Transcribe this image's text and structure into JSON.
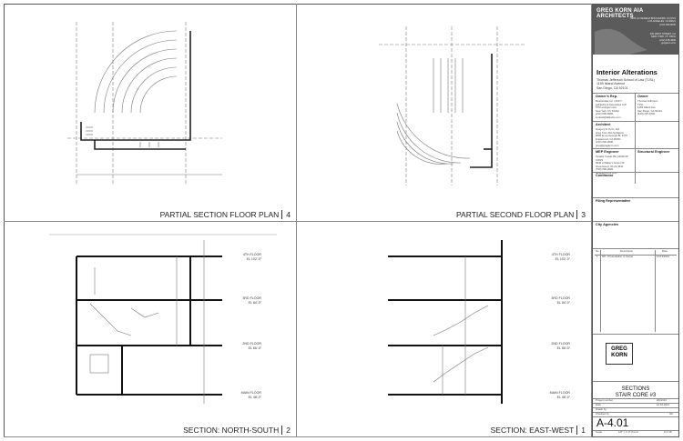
{
  "titleblock": {
    "firm": "GREG KORN AIA ARCHITECTS",
    "firm_addr_lines": [
      "9665 LA CIENEGA BOULEVARD, CA 9721",
      "LOS ANGELES, CA 90021",
      "(213) 000-0000",
      "200 WEST STREET, CA",
      "NEW YORK, NY 10001",
      "(212) 678-4900",
      "gregkorn.com"
    ],
    "project_title": "Interior Alterations",
    "client_lines": [
      "Thomas Jefferson School of Law (TJSL)",
      "1155 Island Avenue",
      "San Diego, CA 92101"
    ],
    "owners_rep_label": "Owner's Rep.",
    "owners_rep_lines": [
      "Real Estate Inc. (2017)",
      "LaFleche & Associates LLP",
      "575 Lexington Ave.",
      "New York, NY 10022",
      "(212) 000-0000",
      "contact@lafleche.com"
    ],
    "owner_label": "Owner",
    "owner_lines": [
      "Thomas Jefferson",
      "TJSL",
      "1155 Island Ave.",
      "San Diego, CA 92101",
      "(619) 297-9700"
    ],
    "architect_label": "Architect",
    "architect_lines": [
      "Gregory H. Korn, AIA",
      "Greg Korn AIA Architects",
      "9665 E La Cienega Bl. 9715",
      "Englewood, CA 90301",
      "(213) 000-0000",
      "greg@gregkorn.com"
    ],
    "mep_label": "MEP Engineer",
    "mep_lines": [
      "Tanaka Yuseki PE (1303)/4P",
      "CONS",
      "8345 A Walter's Green Dr.",
      "Greenwood, VA 22-4611",
      "(703) 000-0000",
      "tanaka@cons.com"
    ],
    "structural_label": "Structural Engineer",
    "contractor_label": "Contractor",
    "filing_label": "Filing Representative",
    "city_label": "City Agencies",
    "rev_headers": [
      "No.",
      "Description",
      "Date"
    ],
    "rev_row": [
      "1",
      "DD - Presentation to Owner",
      "12/14/2012"
    ],
    "korn_logo_lines": [
      "GREG",
      "KORN"
    ],
    "sheet_title_lines": [
      "SECTIONS",
      "STAIR CORE #3"
    ],
    "project_number_label": "Project number",
    "project_number": "2012013",
    "date_label": "Date",
    "date": "12.10.2012",
    "drawn_by_label": "Drawn by",
    "checked_by_label": "Checked by",
    "checked_by": "GK",
    "sheet_number": "A-4.01",
    "scale_label": "Scale",
    "scale": "1/8\" = 1'-0\" Part A",
    "sheet_count": "9 of 18"
  },
  "viewports": [
    {
      "title": "PARTIAL SECTION FLOOR PLAN",
      "number": "4"
    },
    {
      "title": "PARTIAL SECOND FLOOR PLAN",
      "number": "3"
    },
    {
      "title": "SECTION: NORTH-SOUTH",
      "number": "2"
    },
    {
      "title": "SECTION: EAST-WEST",
      "number": "1"
    }
  ],
  "levels": [
    {
      "name": "4TH FLOOR",
      "el": "EL 102'-0\""
    },
    {
      "name": "3RD FLOOR",
      "el": "EL 84'-0\""
    },
    {
      "name": "2ND FLOOR",
      "el": "EL 66'-0\""
    },
    {
      "name": "MAIN FLOOR",
      "el": "EL 48'-0\""
    }
  ]
}
